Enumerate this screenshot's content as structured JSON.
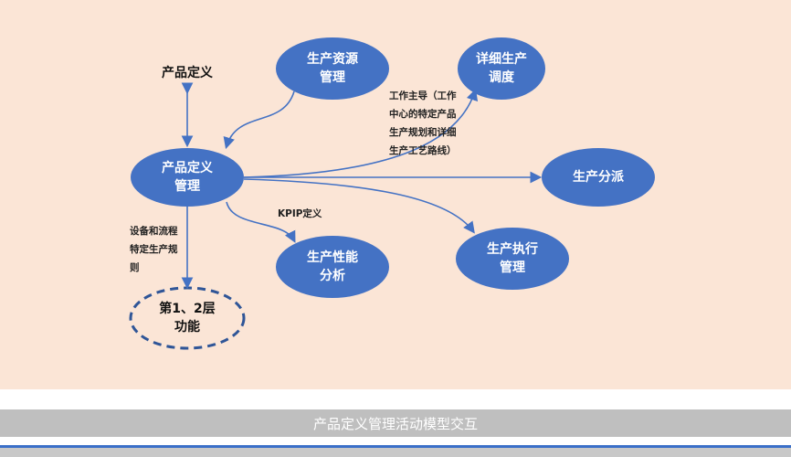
{
  "nodes": {
    "product_definition": "产品定义",
    "pdm": "产品定义\n管理",
    "resource": "生产资源\n管理",
    "scheduling": "详细生产\n调度",
    "dispatch": "生产分派",
    "execution": "生产执行\n管理",
    "performance": "生产性能\n分析",
    "level12": "第1、2层\n功能"
  },
  "labels": {
    "work_leader": "工作主导（工作\n中心的特定产品\n生产规划和详细\n生产工艺路线）",
    "kpip": "KPIP定义",
    "equipment": "设备和流程\n特定生产规\n则"
  },
  "footer": {
    "title": "产品定义管理活动模型交互"
  },
  "colors": {
    "background": "#fbe5d6",
    "node": "#4472c4",
    "bar": "#bfbfbf"
  }
}
